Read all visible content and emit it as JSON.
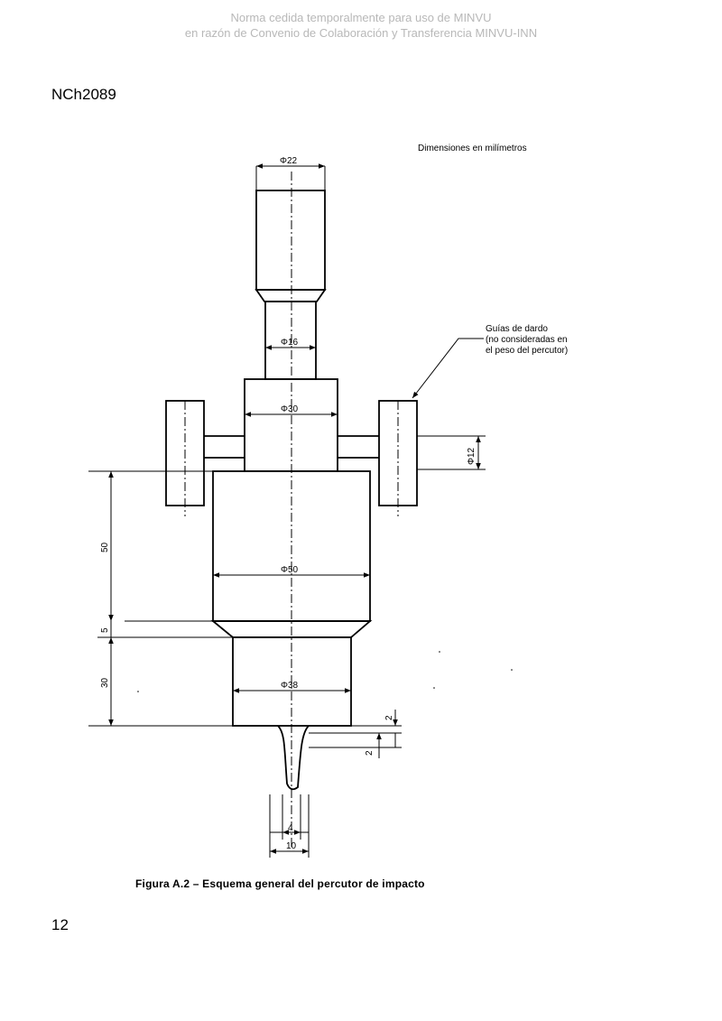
{
  "watermark": {
    "line1": "Norma cedida temporalmente para uso de MINVU",
    "line2": "en razón de Convenio de Colaboración y Transferencia MINVU-INN"
  },
  "header": {
    "code": "NCh2089"
  },
  "figure": {
    "units_note": "Dimensiones en milímetros",
    "callout_line1": "Guías de dardo",
    "callout_line2": "(no consideradas en",
    "callout_line3": "el peso del percutor)",
    "dim_d22": "Φ22",
    "dim_d16": "Φ16",
    "dim_d30": "Φ30",
    "dim_d12": "Φ12",
    "dim_d50": "Φ50",
    "dim_d38": "Φ38",
    "dim_h50": "50",
    "dim_h5": "5",
    "dim_h30": "30",
    "dim_2a": "2",
    "dim_2b": "2",
    "dim_w4": "4",
    "dim_w10": "10",
    "caption": "Figura A.2 – Esquema general del percutor de impacto"
  },
  "footer": {
    "page_number": "12"
  }
}
